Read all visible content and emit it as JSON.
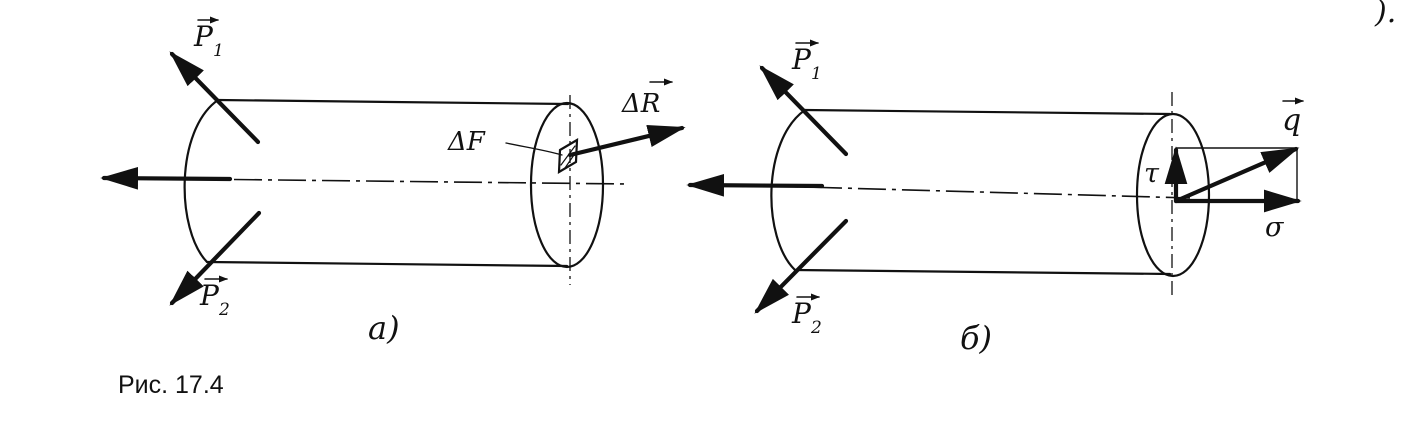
{
  "caption": "Рис. 17.4",
  "top_fragment": ").",
  "left": {
    "panel_label": "а)",
    "force1": {
      "sym": "P",
      "sub": "1"
    },
    "force2": {
      "sym": "P",
      "sub": "2"
    },
    "area_label": "ΔF",
    "result_label": "ΔR"
  },
  "right": {
    "panel_label": "б)",
    "force1": {
      "sym": "P",
      "sub": "1"
    },
    "force2": {
      "sym": "P",
      "sub": "2"
    },
    "stress_label": "q",
    "shear_label": "τ",
    "normal_label": "σ"
  }
}
